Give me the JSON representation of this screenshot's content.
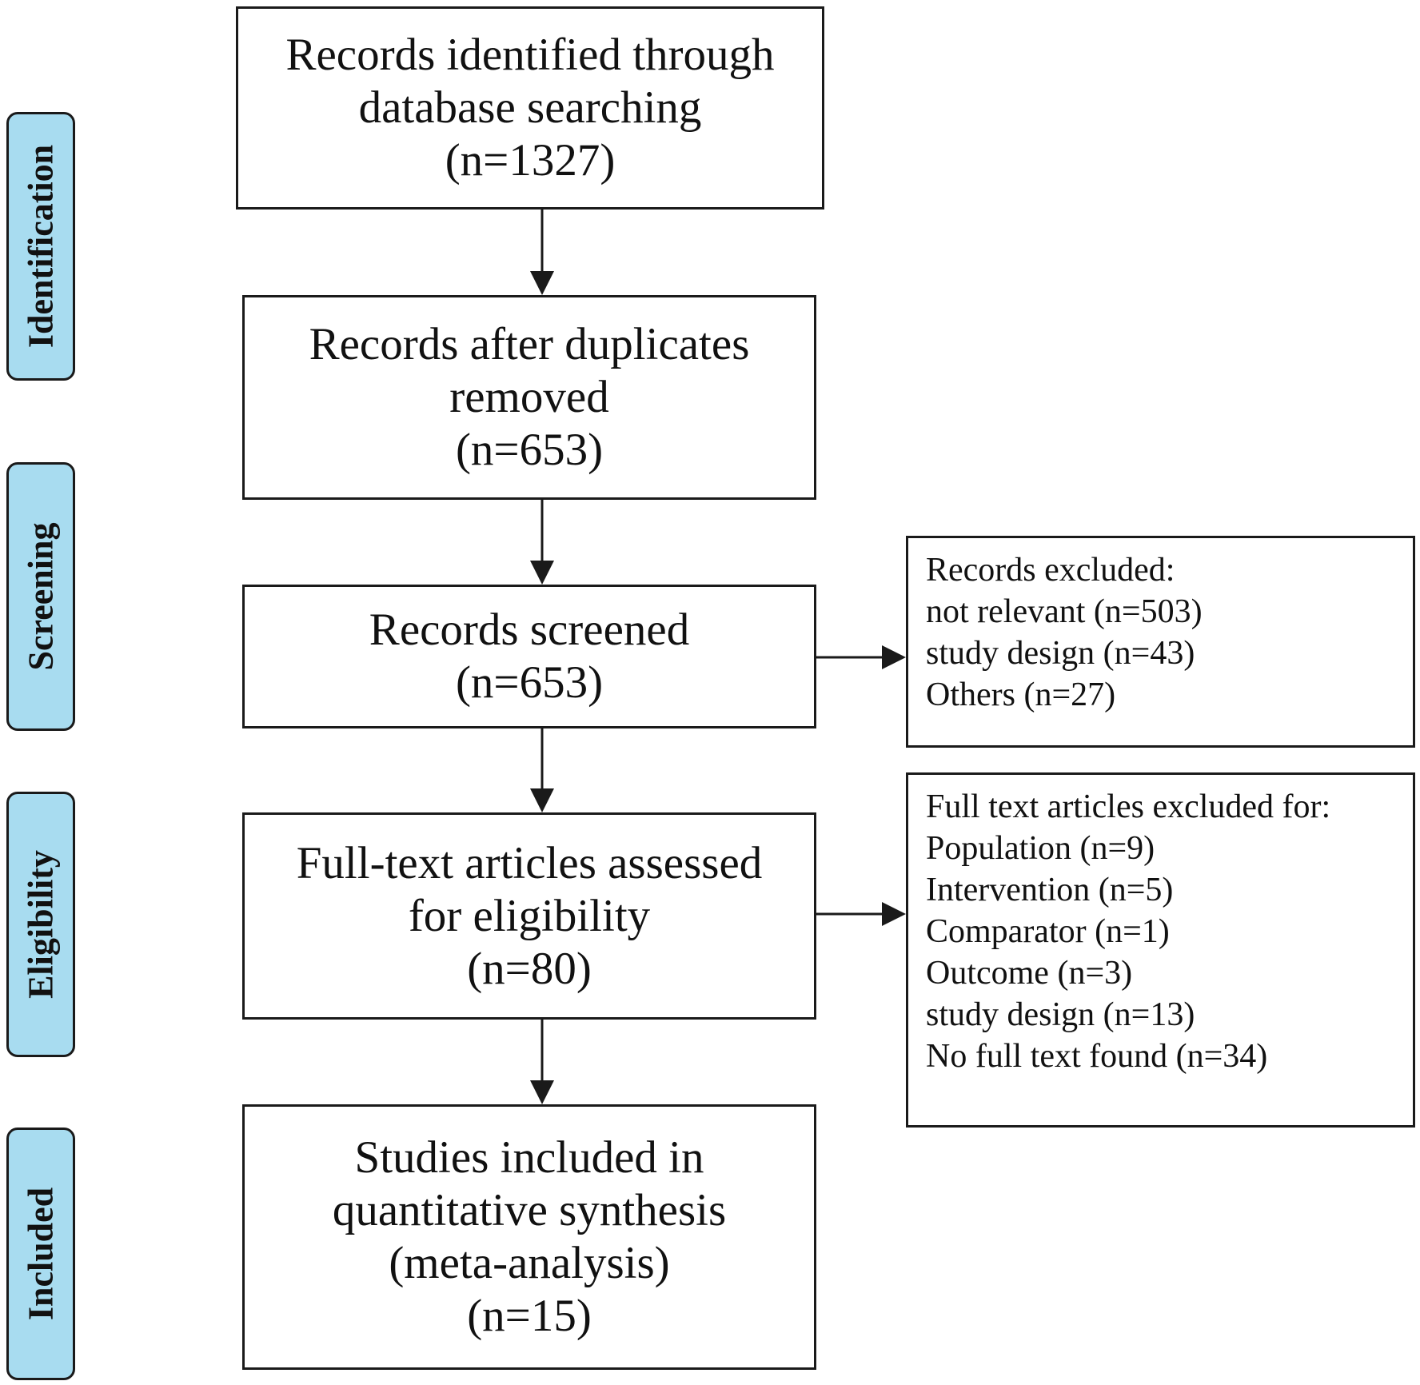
{
  "stages": [
    {
      "id": "identification",
      "label": "Identification"
    },
    {
      "id": "screening",
      "label": "Screening"
    },
    {
      "id": "eligibility",
      "label": "Eligibility"
    },
    {
      "id": "included",
      "label": "Included"
    }
  ],
  "boxes": {
    "identified": {
      "lines": [
        "Records identified through",
        "database searching",
        "(n=1327)"
      ]
    },
    "after_duplicates": {
      "lines": [
        "Records after duplicates",
        "removed",
        "(n=653)"
      ]
    },
    "screened": {
      "lines": [
        "Records screened",
        "(n=653)"
      ]
    },
    "full_text": {
      "lines": [
        "Full-text articles assessed",
        "for eligibility",
        "(n=80)"
      ]
    },
    "included": {
      "lines": [
        "Studies included in",
        "quantitative synthesis",
        "(meta-analysis)",
        "(n=15)"
      ]
    }
  },
  "exclusions": {
    "records_excluded": {
      "lines": [
        "Records excluded:",
        "not relevant (n=503)",
        "study design (n=43)",
        "Others (n=27)"
      ]
    },
    "full_text_excluded": {
      "lines": [
        "Full text articles excluded for:",
        "Population (n=9)",
        "Intervention (n=5)",
        "Comparator (n=1)",
        "Outcome (n=3)",
        "study design (n=13)",
        "No full text found (n=34)"
      ]
    }
  },
  "colors": {
    "stage_fill": "#a8dcf0",
    "stroke": "#1a1a1a"
  }
}
